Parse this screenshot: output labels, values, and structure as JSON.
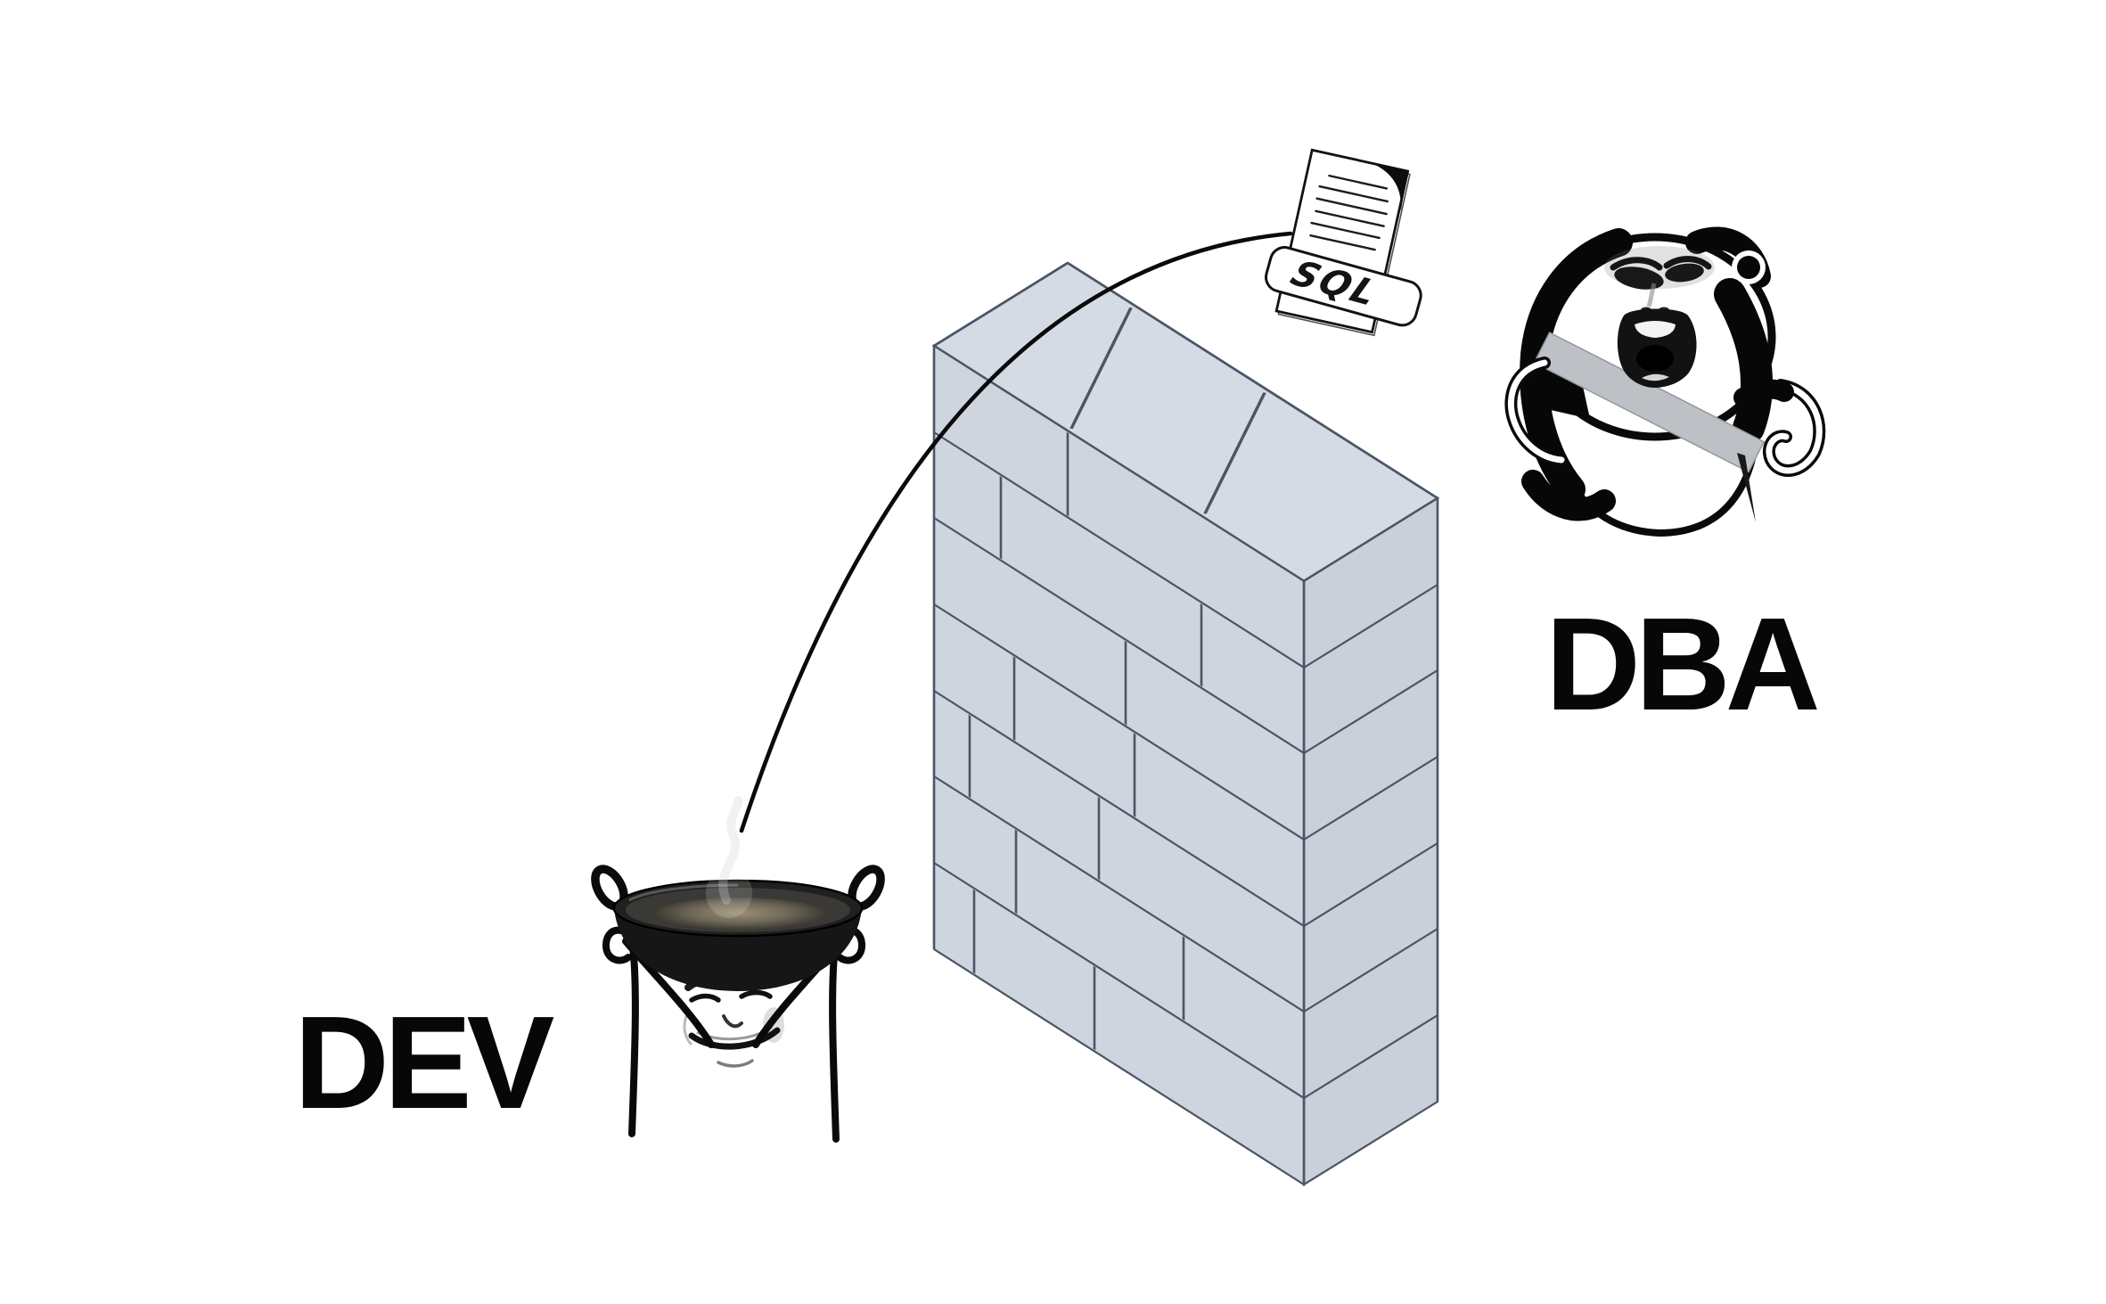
{
  "labels": {
    "dev": "DEV",
    "dba": "DBA"
  },
  "sql_document": {
    "label": "SQL"
  },
  "colors": {
    "background": "#ffffff",
    "ink": "#0a0a0a",
    "wall_front": "#ced5df",
    "wall_top": "#d5dbe4",
    "wall_side": "#c9d0da",
    "wall_stroke": "#4b5565",
    "stick": "#bdc0c4"
  },
  "icons": {
    "sql_file": "sql-file-icon",
    "wall": "brick-wall",
    "arc": "throw-trajectory-arc",
    "dev_meme": "dev-wok-head-meme",
    "dba_meme": "dba-angry-panda-meme"
  }
}
